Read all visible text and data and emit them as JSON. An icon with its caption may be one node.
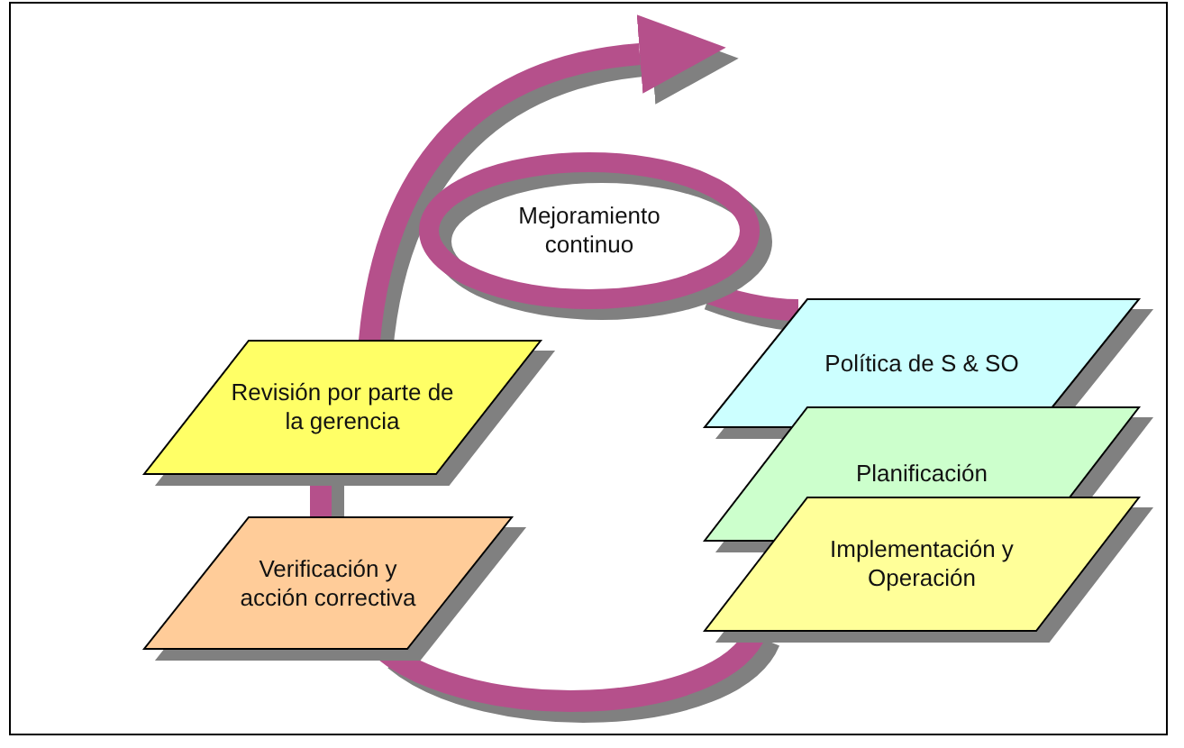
{
  "diagram": {
    "nodes": [
      {
        "text": [
          "Mejoramiento continuo"
        ]
      },
      {
        "text": [
          "Revisión por parte de la gerencia"
        ]
      },
      {
        "text": [
          "Verificación y acción correctiva"
        ]
      },
      {
        "text": [
          "Política de S & SO"
        ]
      },
      {
        "text": [
          "Planificación"
        ]
      },
      {
        "text": [
          "Implementación y Operación"
        ]
      }
    ],
    "edges": [
      {
        "from": 5,
        "to": 2,
        "arrow": "none"
      },
      {
        "from": 2,
        "to": 1,
        "arrow": "none"
      },
      {
        "from": 1,
        "to": null,
        "arrow": "to"
      },
      {
        "from": 0,
        "to": 3,
        "arrow": "none"
      }
    ]
  }
}
